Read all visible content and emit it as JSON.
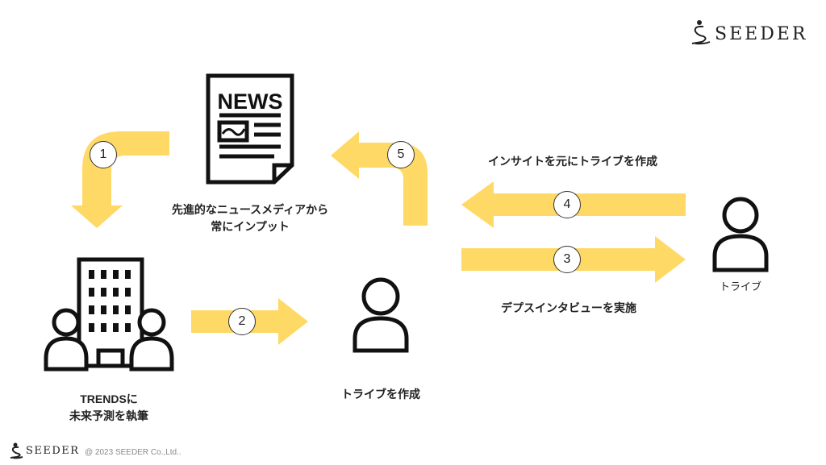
{
  "brand": {
    "name": "SEEDER",
    "copyright": "@ 2023 SEEDER Co.,Ltd.."
  },
  "colors": {
    "arrow": "#FFD966",
    "line": "#111111"
  },
  "steps": [
    {
      "num": "1"
    },
    {
      "num": "2"
    },
    {
      "num": "3"
    },
    {
      "num": "4"
    },
    {
      "num": "5"
    }
  ],
  "labels": {
    "news": [
      "先進的なニュースメディアから",
      "常にインプット"
    ],
    "trends": [
      "TRENDSに",
      "未来予測を執筆"
    ],
    "create_tribe": "トライブを作成",
    "tribe": "トライブ",
    "insight": "インサイトを元にトライブを作成",
    "interview": "デプスインタビューを実施"
  },
  "icons": {
    "news": "NEWS"
  }
}
